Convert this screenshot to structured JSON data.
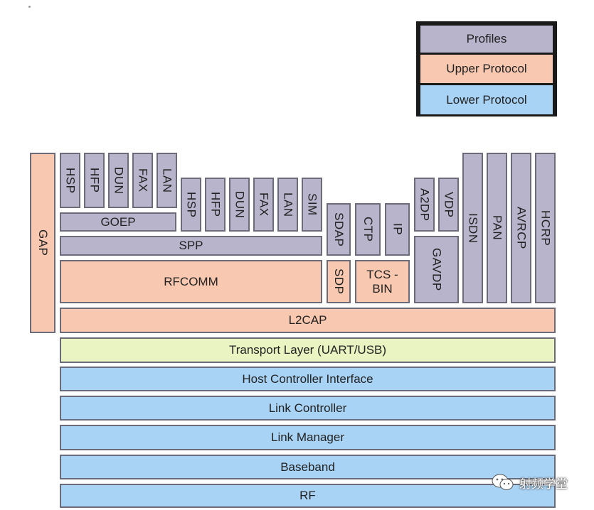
{
  "legend": {
    "profiles": "Profiles",
    "upper": "Upper Protocol",
    "lower": "Lower Protocol"
  },
  "colors": {
    "profile": "#b7b4cc",
    "upper": "#f9c8b0",
    "lower": "#a8d3f5",
    "transport": "#eaf3c2"
  },
  "side": {
    "gap": "GAP"
  },
  "goep_profiles": [
    "HSP",
    "HFP",
    "DUN",
    "FAX",
    "LAN"
  ],
  "goep": "GOEP",
  "spp_profiles": [
    "HSP",
    "HFP",
    "DUN",
    "FAX",
    "LAN",
    "SIM"
  ],
  "spp": "SPP",
  "rfcomm": "RFCOMM",
  "sdap": "SDAP",
  "sdp": "SDP",
  "ctp": "CTP",
  "ip": "IP",
  "tcs_bin": "TCS - BIN",
  "a2dp": "A2DP",
  "vdp": "VDP",
  "gavdp": "GAVDP",
  "right_profiles": [
    "ISDN",
    "PAN",
    "AVRCP",
    "HCRP"
  ],
  "l2cap": "L2CAP",
  "transport": "Transport Layer (UART/USB)",
  "lower_layers": [
    "Host Controller Interface",
    "Link Controller",
    "Link Manager",
    "Baseband",
    "RF"
  ],
  "watermark": "射频学堂",
  "watermark_icon": "wechat-icon"
}
